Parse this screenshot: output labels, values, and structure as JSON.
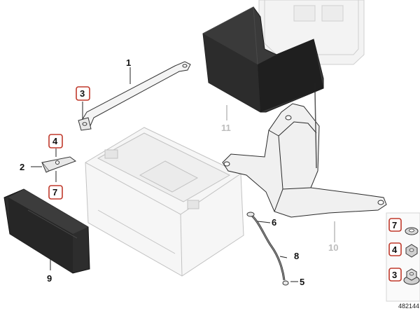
{
  "callouts": [
    {
      "id": "c1",
      "text": "1"
    },
    {
      "id": "c2",
      "text": "2"
    },
    {
      "id": "c3",
      "text": "3"
    },
    {
      "id": "c4",
      "text": "4"
    },
    {
      "id": "c5",
      "text": "5"
    },
    {
      "id": "c6",
      "text": "6"
    },
    {
      "id": "c7",
      "text": "7"
    },
    {
      "id": "c8",
      "text": "8"
    },
    {
      "id": "c9",
      "text": "9"
    },
    {
      "id": "c10",
      "text": "10"
    },
    {
      "id": "c11",
      "text": "11"
    }
  ],
  "legend": [
    {
      "text": "7"
    },
    {
      "text": "4"
    },
    {
      "text": "3"
    }
  ],
  "reference_number": "482144",
  "colors": {
    "highlight_box": "#c0392b",
    "line": "#222222",
    "ghost_part": "#cfcfcf",
    "dark_part": "#2a2a2a"
  }
}
